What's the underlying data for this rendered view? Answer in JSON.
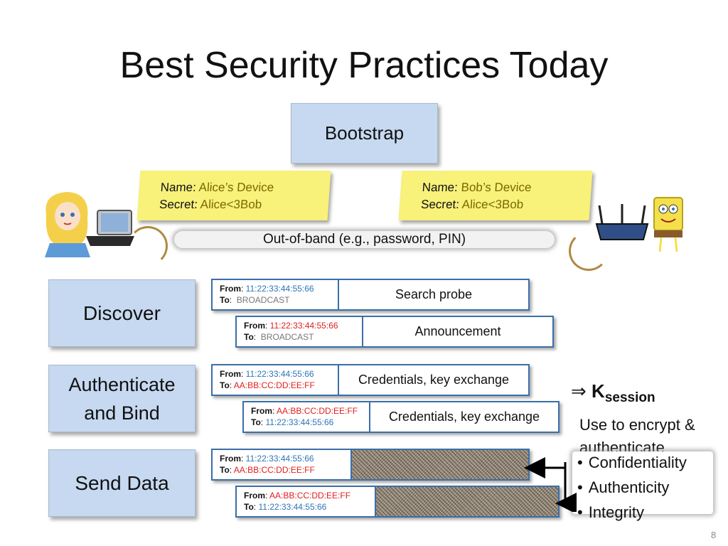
{
  "slide": {
    "title": "Best Security Practices Today",
    "page_number": "8"
  },
  "stages": {
    "bootstrap": "Bootstrap",
    "discover": "Discover",
    "auth_bind": "Authenticate and Bind",
    "send_data": "Send Data"
  },
  "notes": {
    "alice": {
      "name_label": "Name:",
      "name_value": "Alice’s Device",
      "secret_label": "Secret:",
      "secret_value": "Alice<3Bob"
    },
    "bob": {
      "name_label": "Name:",
      "name_value": "Bob’s Device",
      "secret_label": "Secret:",
      "secret_value": "Alice<3Bob"
    }
  },
  "oob": "Out-of-band (e.g., password, PIN)",
  "labels": {
    "from": "From",
    "to": "To"
  },
  "packets": [
    {
      "from": "11:22:33:44:55:66",
      "to": "BROADCAST",
      "payload": "Search probe"
    },
    {
      "from": "11:22:33:44:55:66",
      "to": "BROADCAST",
      "payload": "Announcement"
    },
    {
      "from": "11:22:33:44:55:66",
      "to": "AA:BB:CC:DD:EE:FF",
      "payload": "Credentials, key exchange"
    },
    {
      "from": "AA:BB:CC:DD:EE:FF",
      "to": "11:22:33:44:55:66",
      "payload": "Credentials, key exchange"
    },
    {
      "from": "11:22:33:44:55:66",
      "to": "AA:BB:CC:DD:EE:FF",
      "payload": ""
    },
    {
      "from": "AA:BB:CC:DD:EE:FF",
      "to": "11:22:33:44:55:66",
      "payload": ""
    }
  ],
  "session": {
    "arrow": "⇒",
    "key": "K",
    "sub": "session",
    "use_text": "Use to encrypt & authenticate"
  },
  "properties": [
    "Confidentiality",
    "Authenticity",
    "Integrity"
  ],
  "colors": {
    "stage_fill": "#c6d9f1",
    "note_fill": "#f8f17a",
    "packet_border": "#3b6fa8",
    "blue_addr": "#2e75b6",
    "red_addr": "#e02020"
  }
}
